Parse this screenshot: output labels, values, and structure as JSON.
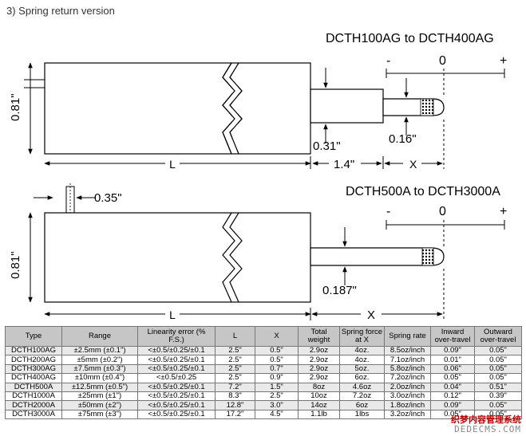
{
  "section_title": "3) Spring return version",
  "top_drawing": {
    "model_range": "DCTH100AG to DCTH400AG",
    "scale_minus": "-",
    "scale_zero": "0",
    "scale_plus": "+",
    "dim_body_height": "0.81\"",
    "dim_length": "L",
    "dim_shaft_dia": "0.31\"",
    "dim_tip_dia": "0.16\"",
    "dim_shaft_len": "1.4\"",
    "dim_stroke": "X"
  },
  "bottom_drawing": {
    "model_range": "DCTH500A to DCTH3000A",
    "scale_minus": "-",
    "scale_zero": "0",
    "scale_plus": "+",
    "dim_connector": "0.35\"",
    "dim_body_height": "0.81\"",
    "dim_length": "L",
    "dim_shaft_dia": "0.187\"",
    "dim_stroke": "X"
  },
  "table": {
    "headers": [
      "Type",
      "Range",
      "Linearity error (% F.S.)",
      "L",
      "X",
      "Total weight",
      "Spring force at X",
      "Spring rate",
      "Inward over-travel",
      "Outward over-travel"
    ],
    "rows": [
      [
        "DCTH100AG",
        "±2.5mm (±0.1\")",
        "<±0.5/±0.25/±0.1",
        "2.5\"",
        "0.5\"",
        "2.9oz",
        "4oz.",
        "8.5oz/inch",
        "0.09\"",
        "0.05\""
      ],
      [
        "DCTH200AG",
        "±5mm (±0.2\")",
        "<±0.5/±0.25/±0.1",
        "2.5\"",
        "0.5\"",
        "2.9oz",
        "4oz.",
        "7.1oz/inch",
        "0.01\"",
        "0.05\""
      ],
      [
        "DCTH300AG",
        "±7.5mm (±0.3\")",
        "<±0.5/±0.25/±0.1",
        "2.5\"",
        "0.7\"",
        "2.9oz",
        "5oz.",
        "5.8oz/inch",
        "0.06\"",
        "0.05\""
      ],
      [
        "DCTH400AG",
        "±10mm (±0.4\")",
        "<±0.5/±0.25",
        "2.5\"",
        "0.9\"",
        "2.9oz",
        "6oz.",
        "7.2oz/inch",
        "0.05\"",
        "0.05\""
      ],
      [
        "DCTH500A",
        "±12.5mm (±0.5\")",
        "<±0.5/±0.25/±0.1",
        "7.2\"",
        "1.5\"",
        "8oz",
        "4.6oz",
        "2.0oz/inch",
        "0.04\"",
        "0.51\""
      ],
      [
        "DCTH1000A",
        "±25mm (±1\")",
        "<±0.5/±0.25/±0.1",
        "8.3\"",
        "2.5\"",
        "10oz",
        "7.2oz",
        "3.0oz/inch",
        "0.12\"",
        "0.39\""
      ],
      [
        "DCTH2000A",
        "±50mm (±2\")",
        "<±0.5/±0.25/±0.1",
        "12.8\"",
        "3.0\"",
        "14oz",
        "6oz",
        "1.8oz/inch",
        "0.09\"",
        "0.05\""
      ],
      [
        "DCTH3000A",
        "±75mm (±3\")",
        "<±0.5/±0.25/±0.1",
        "17.2\"",
        "4.5\"",
        "1.1lb",
        "1lbs",
        "3.2oz/inch",
        "0.05\"",
        "0.05\""
      ]
    ]
  },
  "watermark": {
    "line1": "织梦内容管理系统",
    "line2": "DEDECMS.COM"
  },
  "colors": {
    "header_bg": "#c6c6c6",
    "row_alt_bg": "#e9e9e9",
    "watermark_red": "#c00000"
  }
}
